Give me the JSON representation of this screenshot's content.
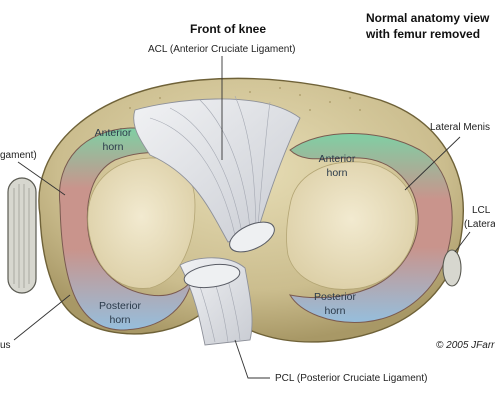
{
  "title": "Front of knee",
  "subtitle_line1": "Normal anatomy view",
  "subtitle_line2": "with femur removed",
  "labels": {
    "acl": "ACL (Anterior Cruciate Ligament)",
    "pcl": "PCL (Posterior Cruciate Ligament)",
    "lateral_meniscus": "Lateral Menis",
    "lcl_line1": "LCL",
    "lcl_line2": "(Lateral C",
    "mcl_partial": "gament)",
    "medial_meniscus_partial": "us",
    "medial_anterior_horn_1": "Anterior",
    "medial_anterior_horn_2": "horn",
    "lateral_anterior_horn_1": "Anterior",
    "lateral_anterior_horn_2": "horn",
    "medial_posterior_horn_1": "Posterior",
    "medial_posterior_horn_2": "horn",
    "lateral_posterior_horn_1": "Posterior",
    "lateral_posterior_horn_2": "horn",
    "copyright": "© 2005 JFarr"
  },
  "colors": {
    "tibia": "#d6c9a0",
    "tibia_edge": "#8a7a4a",
    "meniscus_red": "#c7908a",
    "meniscus_green": "#6fc39a",
    "meniscus_blue": "#8ab8d6",
    "plateau": "#ece3c6",
    "ligament": "#e4e6ea"
  }
}
